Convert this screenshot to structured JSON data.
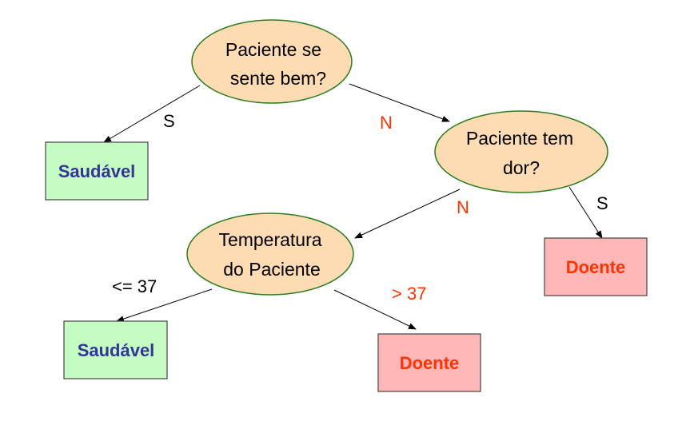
{
  "colors": {
    "question_fill": "#fddcb4",
    "question_stroke": "#2e7d1e",
    "healthy_fill": "#c4fcc4",
    "healthy_text": "#333399",
    "sick_fill": "#ffb6b6",
    "sick_text": "#ff3300",
    "edge_yes": "#000000",
    "edge_no": "#ff3300"
  },
  "nodes": {
    "q1": {
      "line1": "Paciente se",
      "line2": "sente bem?"
    },
    "q2": {
      "line1": "Paciente tem",
      "line2": "dor?"
    },
    "q3": {
      "line1": "Temperatura",
      "line2": "do Paciente"
    },
    "leaf_healthy_1": "Saudável",
    "leaf_sick_1": "Doente",
    "leaf_healthy_2": "Saudável",
    "leaf_sick_2": "Doente"
  },
  "edges": {
    "q1_yes": "S",
    "q1_no": "N",
    "q2_no": "N",
    "q2_yes": "S",
    "q3_le": "<= 37",
    "q3_gt": "> 37"
  }
}
